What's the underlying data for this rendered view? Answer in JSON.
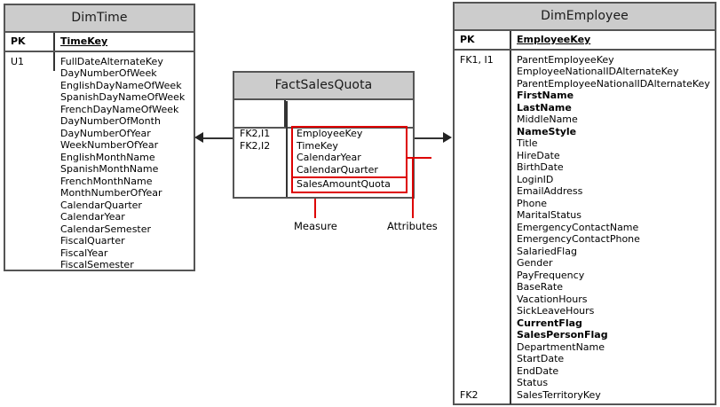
{
  "diagram": {
    "title": "Star schema: FactSalesQuota with DimTime and DimEmployee",
    "background": "#ffffff",
    "header_fill": "#cccccc",
    "border_color": "#555555",
    "highlight_color": "#dd0000",
    "connector_color": "#333333"
  },
  "dim_time": {
    "title": "DimTime",
    "pk_label": "PK",
    "pk_field": "TimeKey",
    "key_labels": "U1",
    "fields": [
      "FullDateAlternateKey",
      "DayNumberOfWeek",
      "EnglishDayNameOfWeek",
      "SpanishDayNameOfWeek",
      "FrenchDayNameOfWeek",
      "DayNumberOfMonth",
      "DayNumberOfYear",
      "WeekNumberOfYear",
      "EnglishMonthName",
      "SpanishMonthName",
      "FrenchMonthName",
      "MonthNumberOfYear",
      "CalendarQuarter",
      "CalendarYear",
      "CalendarSemester",
      "FiscalQuarter",
      "FiscalYear",
      "FiscalSemester"
    ]
  },
  "fact_sales_quota": {
    "title": "FactSalesQuota",
    "pk_label": "",
    "pk_field": "",
    "fk_labels": "FK2,I1\nFK2,I2",
    "attributes": [
      "EmployeeKey",
      "TimeKey",
      "CalendarYear",
      "CalendarQuarter"
    ],
    "measures": [
      "SalesAmountQuota"
    ]
  },
  "dim_employee": {
    "title": "DimEmployee",
    "pk_label": "PK",
    "pk_field": "EmployeeKey",
    "key_label_top": "FK1, I1",
    "key_label_bottom": "FK2",
    "fields": [
      {
        "name": "ParentEmployeeKey",
        "bold": false
      },
      {
        "name": "EmployeeNationalIDAlternateKey",
        "bold": false
      },
      {
        "name": "ParentEmployeeNationalIDAlternateKey",
        "bold": false
      },
      {
        "name": "FirstName",
        "bold": true
      },
      {
        "name": "LastName",
        "bold": true
      },
      {
        "name": "MiddleName",
        "bold": false
      },
      {
        "name": "NameStyle",
        "bold": true
      },
      {
        "name": "Title",
        "bold": false
      },
      {
        "name": "HireDate",
        "bold": false
      },
      {
        "name": "BirthDate",
        "bold": false
      },
      {
        "name": "LoginID",
        "bold": false
      },
      {
        "name": "EmailAddress",
        "bold": false
      },
      {
        "name": "Phone",
        "bold": false
      },
      {
        "name": "MaritalStatus",
        "bold": false
      },
      {
        "name": "EmergencyContactName",
        "bold": false
      },
      {
        "name": "EmergencyContactPhone",
        "bold": false
      },
      {
        "name": "SalariedFlag",
        "bold": false
      },
      {
        "name": "Gender",
        "bold": false
      },
      {
        "name": "PayFrequency",
        "bold": false
      },
      {
        "name": "BaseRate",
        "bold": false
      },
      {
        "name": "VacationHours",
        "bold": false
      },
      {
        "name": "SickLeaveHours",
        "bold": false
      },
      {
        "name": "CurrentFlag",
        "bold": true
      },
      {
        "name": "SalesPersonFlag",
        "bold": true
      },
      {
        "name": "DepartmentName",
        "bold": false
      },
      {
        "name": "StartDate",
        "bold": false
      },
      {
        "name": "EndDate",
        "bold": false
      },
      {
        "name": "Status",
        "bold": false
      },
      {
        "name": "SalesTerritoryKey",
        "bold": false
      }
    ]
  },
  "annotations": {
    "measure_label": "Measure",
    "attributes_label": "Attributes"
  }
}
